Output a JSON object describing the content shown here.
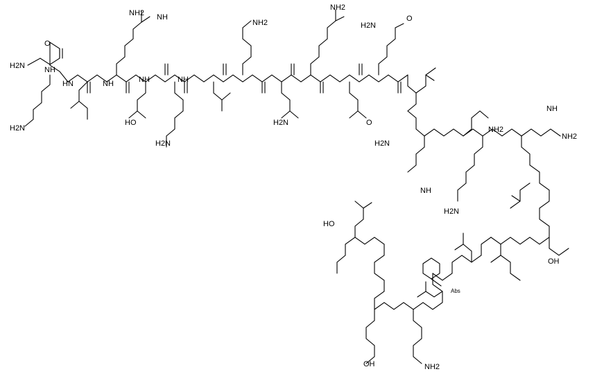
{
  "molecule": {
    "labels": {
      "n_terminal_amine": "H2N",
      "amide_nh": "NH",
      "hn": "HN",
      "primary_amine": "NH2",
      "amide_amine": "H2N",
      "ketone_o": "O",
      "carboxyl": "OH",
      "hydroxyl_ho": "HO",
      "imine": "NH",
      "stereo_abs": "Abs"
    }
  }
}
